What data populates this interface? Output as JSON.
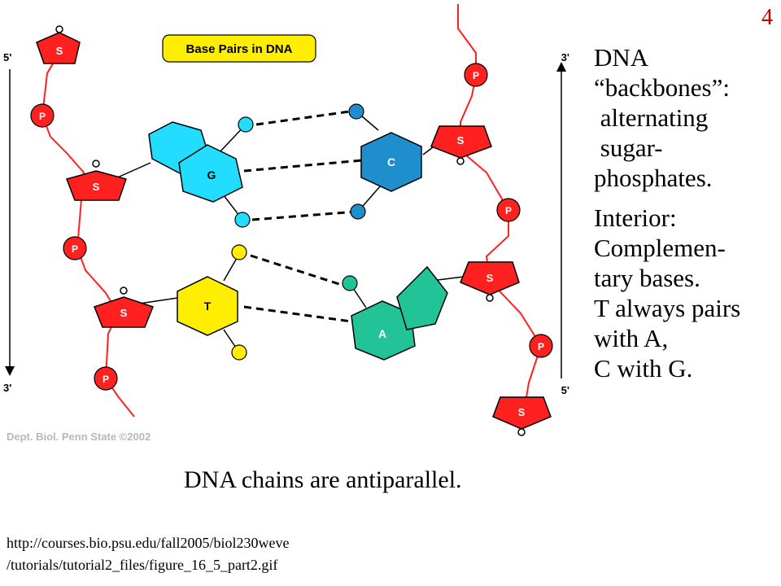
{
  "slide": {
    "number": "4"
  },
  "figure": {
    "title": "Base Pairs in DNA",
    "credit": "Dept. Biol. Penn State ©2002",
    "left_strand": {
      "top_label": "5'",
      "bottom_label": "3'"
    },
    "right_strand": {
      "top_label": "3'",
      "bottom_label": "5'"
    },
    "sugar_label": "S",
    "phosphate_label": "P",
    "bases": {
      "guanine": "G",
      "cytosine": "C",
      "thymine": "T",
      "adenine": "A"
    },
    "colors": {
      "backbone": "#ff2020",
      "guanine": "#22ddff",
      "cytosine": "#1e8fcc",
      "thymine": "#ffee00",
      "adenine": "#22c497",
      "title_box": "#ffee00"
    }
  },
  "side_text": {
    "backbones": [
      "DNA",
      "“backbones”:",
      " alternating",
      " sugar-",
      "phosphates."
    ],
    "interior": [
      "Interior:",
      "Complemen-",
      "tary bases.",
      "T always pairs",
      "with A,",
      "C with G."
    ]
  },
  "caption": "DNA chains are antiparallel.",
  "source": [
    "http://courses.bio.psu.edu/fall2005/biol230weve",
    "/tutorials/tutorial2_files/figure_16_5_part2.gif"
  ]
}
